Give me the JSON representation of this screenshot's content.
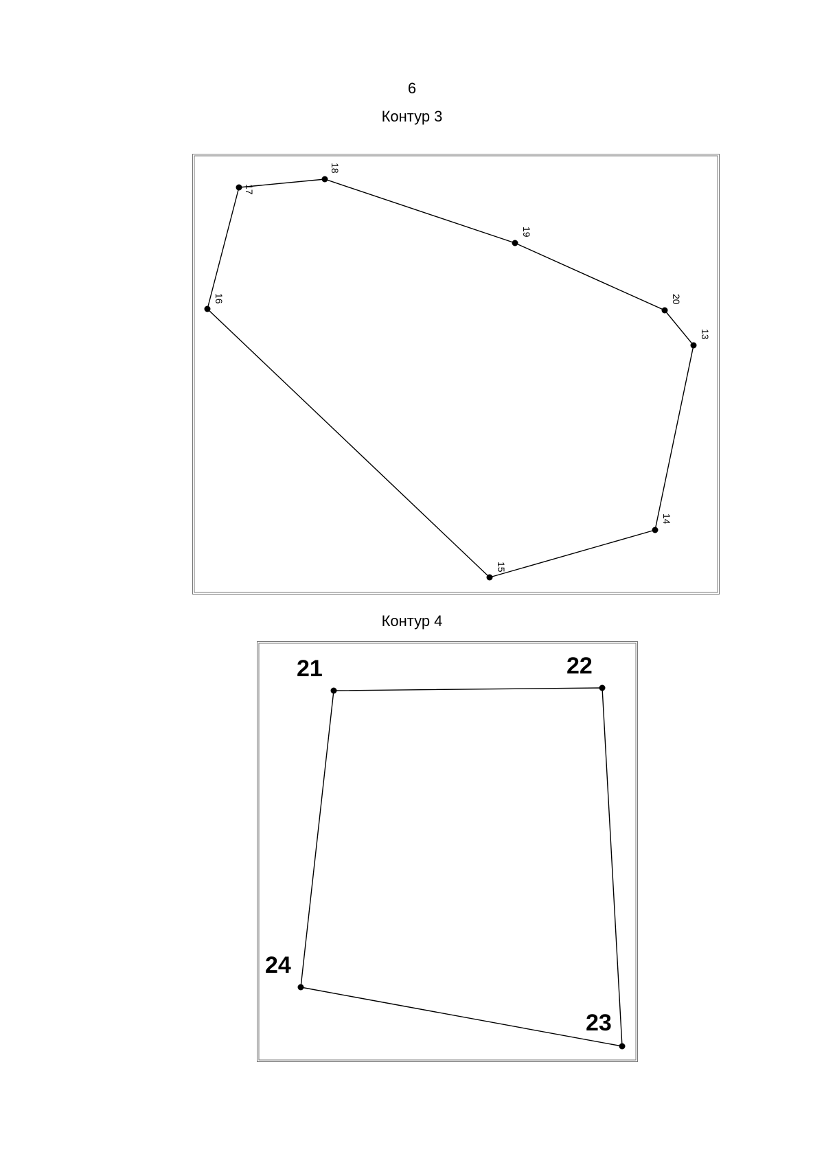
{
  "page": {
    "number": "6"
  },
  "contour3": {
    "title": "Контур 3",
    "points": [
      {
        "label": "17"
      },
      {
        "label": "18"
      },
      {
        "label": "19"
      },
      {
        "label": "20"
      },
      {
        "label": "13"
      },
      {
        "label": "14"
      },
      {
        "label": "15"
      },
      {
        "label": "16"
      }
    ]
  },
  "contour4": {
    "title": "Контур 4",
    "points": [
      {
        "label": "21"
      },
      {
        "label": "22"
      },
      {
        "label": "23"
      },
      {
        "label": "24"
      }
    ]
  }
}
